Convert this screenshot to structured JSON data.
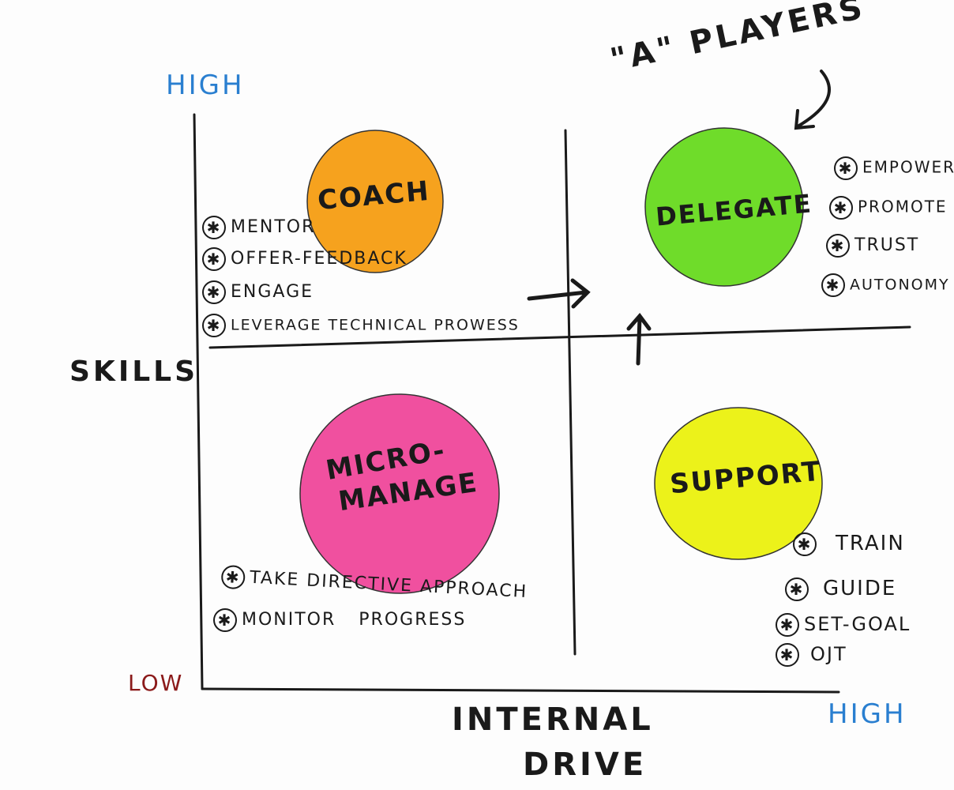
{
  "title": "\"A\" PLAYERS",
  "axes": {
    "y_label": "SKILLS",
    "y_high": "HIGH",
    "low": "LOW",
    "x_label_line1": "INTERNAL",
    "x_label_line2": "DRIVE",
    "x_high": "HIGH"
  },
  "quadrants": {
    "coach": {
      "label": "COACH",
      "color": "#f6a21e",
      "items": [
        "MENTOR",
        "OFFER-FEEDBACK",
        "ENGAGE",
        "LEVERAGE TECHNICAL PROWESS"
      ]
    },
    "delegate": {
      "label": "DELEGATE",
      "color": "#6fdc2a",
      "items": [
        "EMPOWER",
        "PROMOTE",
        "TRUST",
        "AUTONOMY"
      ]
    },
    "micromanage": {
      "label_line1": "MICRO-",
      "label_line2": "MANAGE",
      "color": "#f0509f",
      "items": [
        "TAKE DIRECTIVE APPROACH",
        "MONITOR PROGRESS"
      ]
    },
    "support": {
      "label": "SUPPORT",
      "color": "#ecf21a",
      "items": [
        "TRAIN",
        "GUIDE",
        "SET-GOAL",
        "OJT"
      ]
    }
  },
  "bullet_symbol": "✱"
}
